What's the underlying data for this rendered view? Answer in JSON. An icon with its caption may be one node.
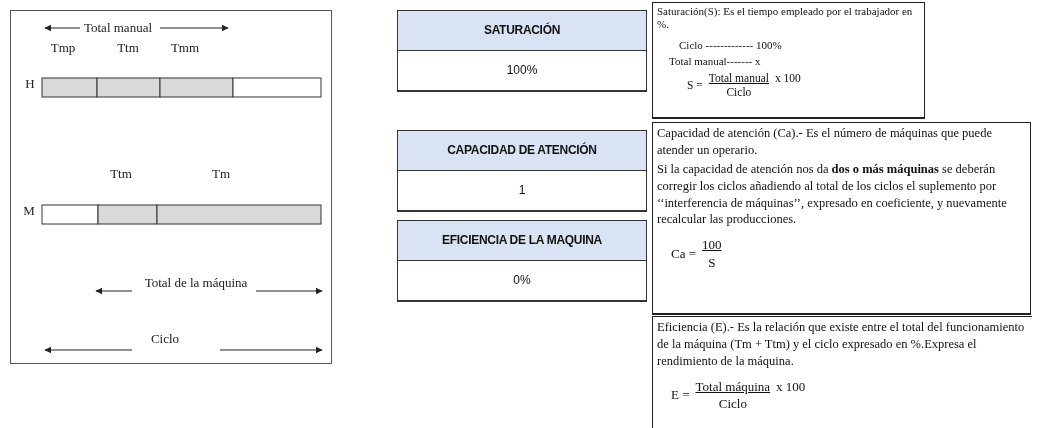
{
  "diagram": {
    "nodes": [
      {
        "text": [
          "SATURACIÓN",
          "100%"
        ]
      },
      {
        "text": [
          "CAPACIDAD DE ATENCIÓN",
          "1"
        ]
      },
      {
        "text": [
          "EFICIENCIA DE LA MAQUINA",
          "0%"
        ]
      },
      {
        "text": [
          "Saturación(S): Es el tiempo empleado por el trabajador en %.",
          "Ciclo ------------- 100%",
          "Total manual------- x",
          "S =",
          "Total manual",
          "x 100",
          "Ciclo"
        ]
      },
      {
        "text": [
          "Capacidad de atención (Ca).- Es el número de máquinas que puede atender un operario.",
          "Si la capacidad de atención nos da **dos o más máquinas** se deberán corregir los ciclos añadiendo al total de los ciclos el suplemento por ‘‘interferencia de máquinas’’, expresado en coeficiente, y nuevamente recalcular las producciones.",
          "Ca =",
          "100",
          "S"
        ]
      },
      {
        "text": [
          "Eficiencia (E).- Es la relación que existe entre el total del funcionamiento de la máquina (Tm + Ttm) y el ciclo expresado en %.Expresa el rendimiento de la máquina.",
          "E =",
          "Total máquina",
          "x 100",
          "Ciclo"
        ]
      }
    ],
    "edges": [],
    "labels": [
      "Total manual",
      "Tmp",
      "Ttm",
      "Tmm",
      "H",
      "Ttm",
      "Tm",
      "M",
      "Total de la máquina",
      "Ciclo"
    ]
  }
}
